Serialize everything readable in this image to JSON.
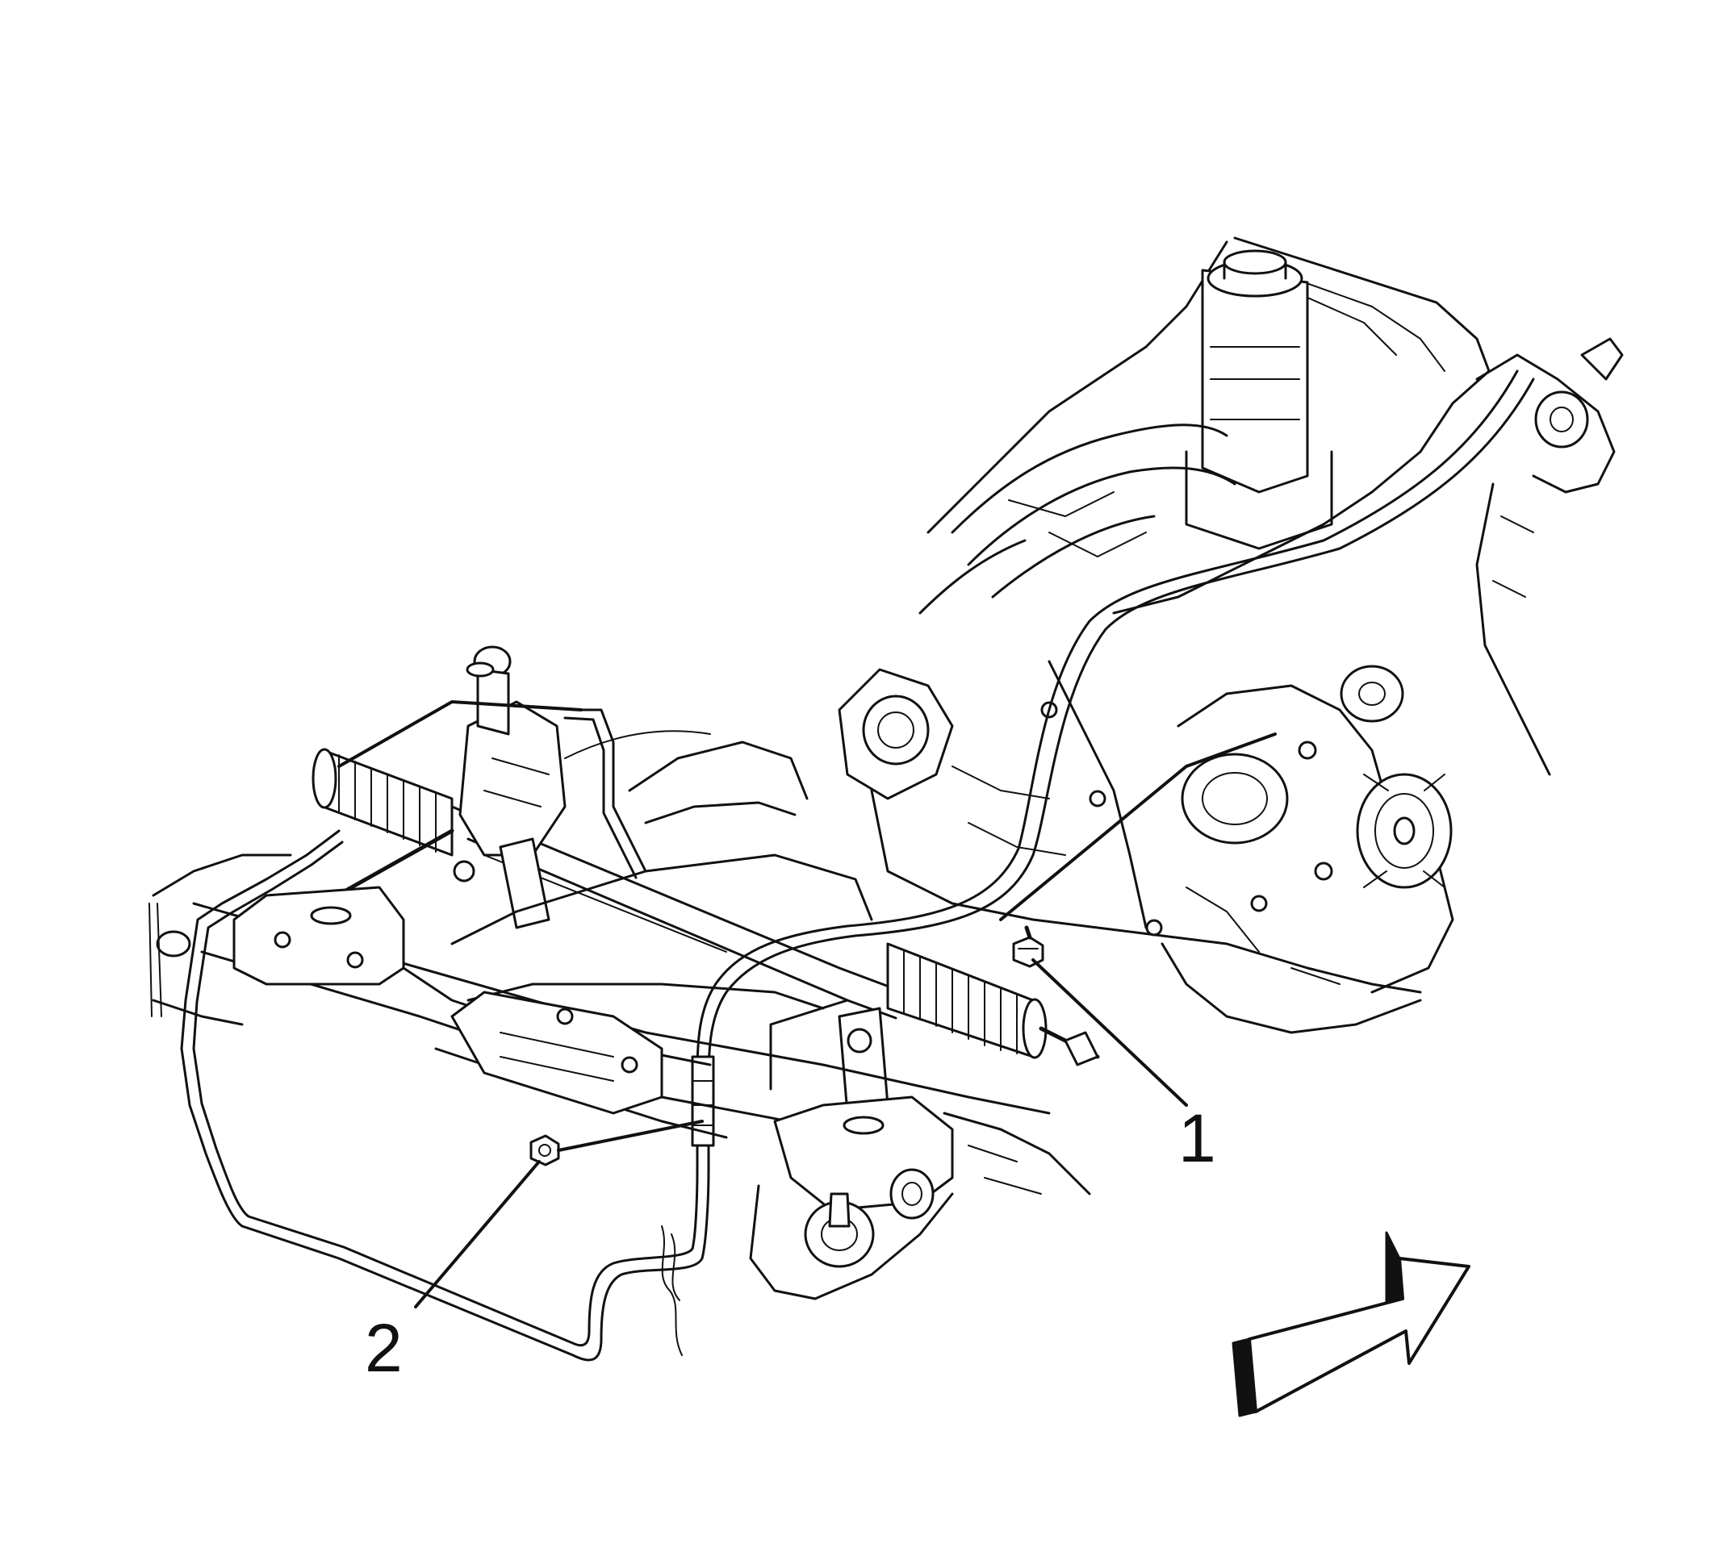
{
  "callouts": [
    {
      "id": "1",
      "label": "1"
    },
    {
      "id": "2",
      "label": "2"
    }
  ],
  "icons": {
    "direction_arrow": "front-direction-arrow-icon"
  },
  "colors": {
    "ink": "#111111",
    "background": "#ffffff"
  }
}
